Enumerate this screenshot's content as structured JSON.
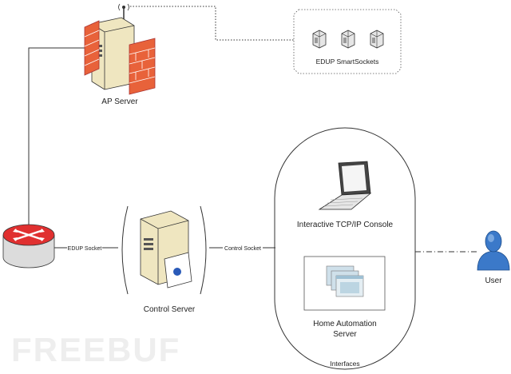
{
  "nodes": {
    "ap_server": "AP Server",
    "smartsockets": "EDUP SmartSockets",
    "control_server": "Control Server",
    "console": "Interactive TCP/IP Console",
    "home_automation_line1": "Home Automation",
    "home_automation_line2": "Server",
    "interfaces": "Interfaces",
    "user": "User"
  },
  "links": {
    "edup_socket": "EDUP Socket",
    "control_socket": "Control Socket"
  },
  "watermark": "FREEBUF",
  "colors": {
    "firewall": "#e8623a",
    "server_body": "#efe6c0",
    "router": "#e03030",
    "user": "#3b79c9",
    "line": "#333333"
  }
}
